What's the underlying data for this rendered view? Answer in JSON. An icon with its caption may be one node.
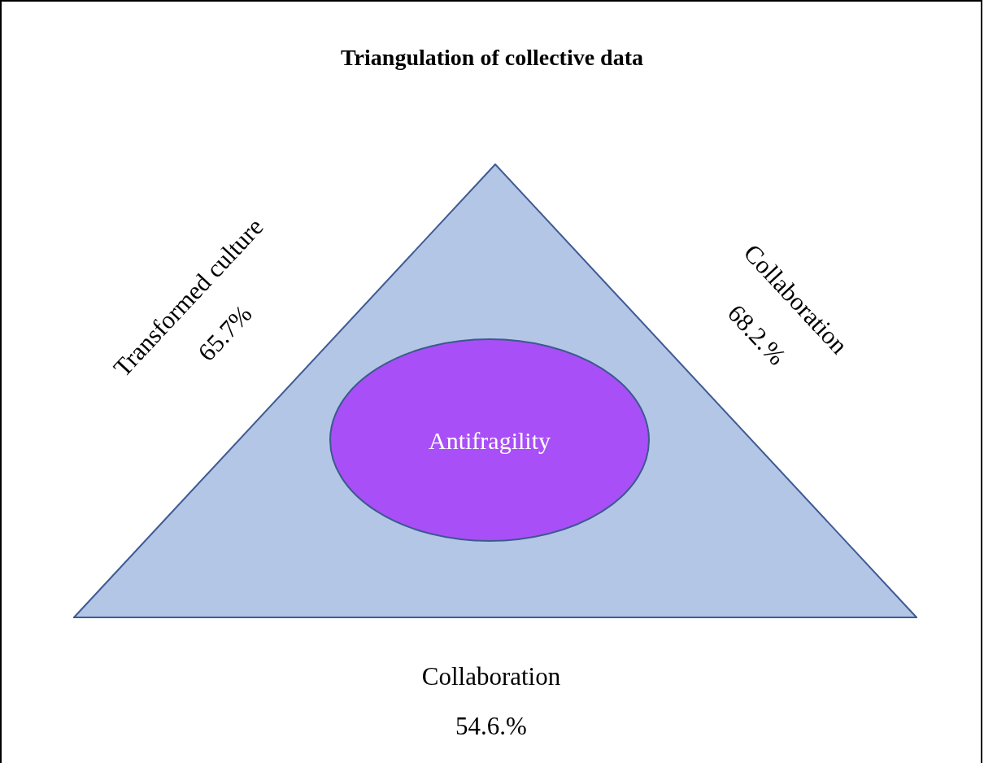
{
  "diagram": {
    "title": "Triangulation of collective data",
    "nodes": [
      {
        "text": [],
        "shape": "triangle"
      },
      {
        "text": [
          "Antifragility"
        ],
        "in": 0
      }
    ],
    "edges": [],
    "labels": [
      "Transformed culture",
      "65.7%",
      "Collaboration",
      "68.2.%",
      "Collaboration",
      "54.6.%"
    ]
  }
}
